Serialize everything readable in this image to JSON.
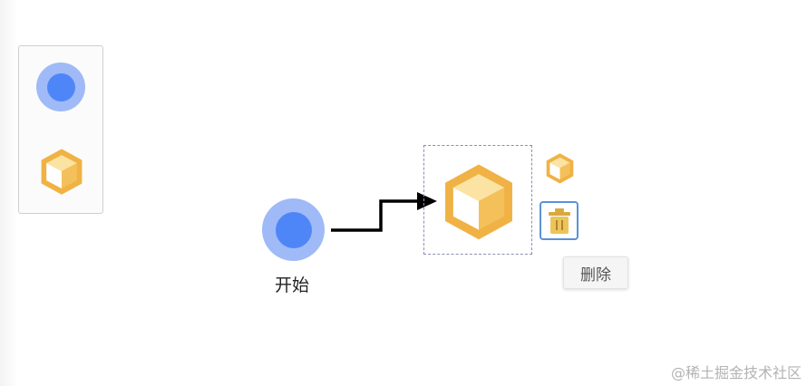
{
  "palette": {
    "items": [
      {
        "icon": "start-circle-icon"
      },
      {
        "icon": "cube-icon"
      }
    ]
  },
  "nodes": {
    "start": {
      "label": "开始",
      "icon": "start-circle-icon"
    },
    "task": {
      "icon": "cube-icon",
      "selected": true
    }
  },
  "context_menu": {
    "items": [
      {
        "icon": "cube-icon"
      },
      {
        "icon": "trash-icon"
      }
    ],
    "tooltip": "删除"
  },
  "watermark": "@稀土掘金技术社区",
  "colors": {
    "circle_outer": "#9fbaf7",
    "circle_inner": "#4f86f7",
    "cube_orange": "#f0b244",
    "cube_light": "#f9d98a",
    "trash_yellow": "#ecc45a",
    "delete_border": "#5a92d6",
    "selection_dash": "#8a8fb0"
  }
}
